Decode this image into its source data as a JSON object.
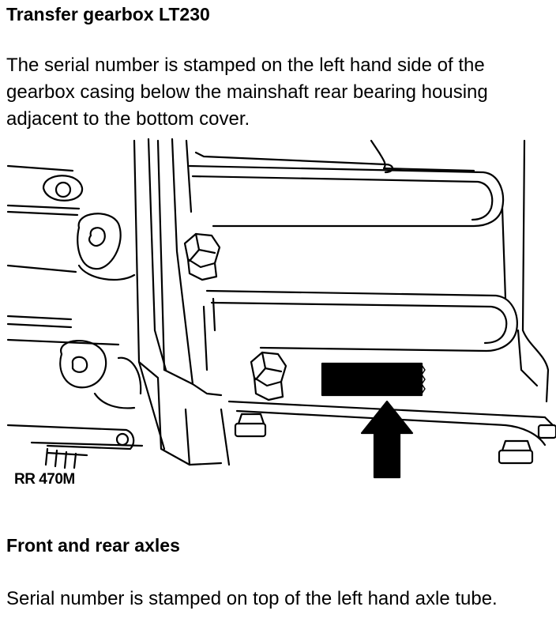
{
  "sections": [
    {
      "heading": "Transfer gearbox LT230",
      "body": "The serial number is stamped on the left hand side of the gearbox casing below the mainshaft rear bearing housing adjacent to the bottom cover."
    },
    {
      "heading": "Front and rear axles",
      "body": "Serial number is stamped on top of the left hand axle tube."
    }
  ],
  "figure": {
    "label": "RR 470M"
  },
  "colors": {
    "text": "#000000",
    "background": "#ffffff"
  }
}
